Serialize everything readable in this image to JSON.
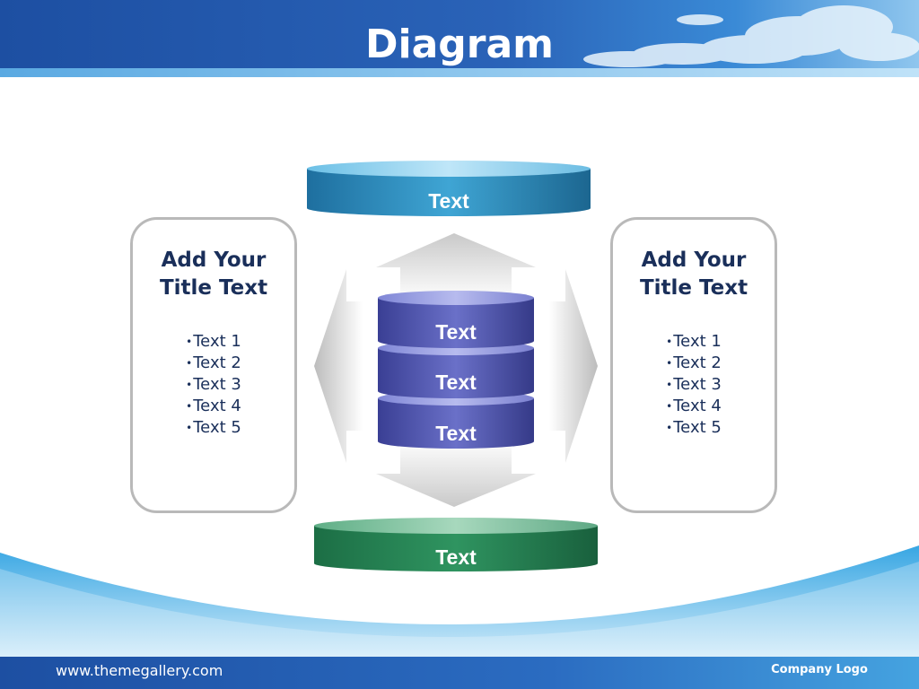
{
  "header": {
    "title": "Diagram"
  },
  "diagram": {
    "top_cylinder": {
      "label": "Text",
      "color": "#2f8fc0"
    },
    "bottom_cylinder": {
      "label": "Text",
      "color": "#2e8a5a"
    },
    "center_stack": {
      "labels": [
        "Text",
        "Text",
        "Text"
      ],
      "color": "#5a60b8"
    },
    "left_panel": {
      "title": "Add Your Title Text",
      "bullets": [
        "Text 1",
        "Text 2",
        "Text 3",
        "Text 4",
        "Text 5"
      ]
    },
    "right_panel": {
      "title": "Add Your Title Text",
      "bullets": [
        "Text 1",
        "Text 2",
        "Text 3",
        "Text 4",
        "Text 5"
      ]
    }
  },
  "footer": {
    "url": "www.themegallery.com",
    "logo": "Company Logo"
  }
}
